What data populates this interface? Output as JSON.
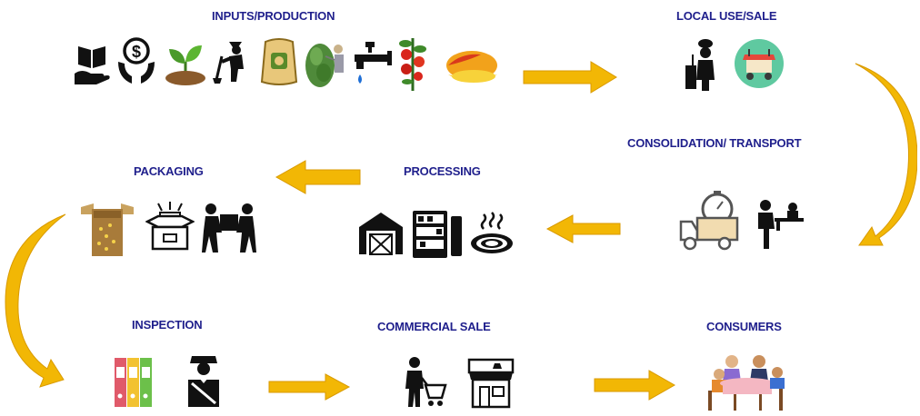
{
  "stages": {
    "inputs": "INPUTS/PRODUCTION",
    "local": "LOCAL USE/SALE",
    "consolidation": "CONSOLIDATION/ TRANSPORT",
    "processing": "PROCESSING",
    "packaging": "PACKAGING",
    "inspection": "INSPECTION",
    "commercial": "COMMERCIAL SALE",
    "consumers": "CONSUMERS"
  },
  "colors": {
    "title": "#1f1f8c",
    "arrow": "#f2b705",
    "arrow_dark": "#d99a00",
    "icon": "#111111"
  },
  "icons": {
    "inputs": [
      "book-hand-icon",
      "money-hands-icon",
      "seedling-icon",
      "farmer-digging-icon",
      "seed-bag-icon",
      "plant-spraying-icon",
      "water-tap-icon",
      "tomato-plant-icon",
      "mango-icon"
    ],
    "local": [
      "chef-icon",
      "food-cart-icon"
    ],
    "consolidation": [
      "delivery-truck-icon",
      "reception-desk-icon"
    ],
    "processing": [
      "warehouse-icon",
      "vending-cabinet-icon",
      "hot-plate-icon"
    ],
    "packaging": [
      "box-open-icon",
      "package-icon",
      "people-carrying-box-icon"
    ],
    "inspection": [
      "binders-icon",
      "inspector-icon"
    ],
    "commercial": [
      "shopper-cart-icon",
      "storefront-icon"
    ],
    "consumers": [
      "diners-table-icon"
    ]
  }
}
